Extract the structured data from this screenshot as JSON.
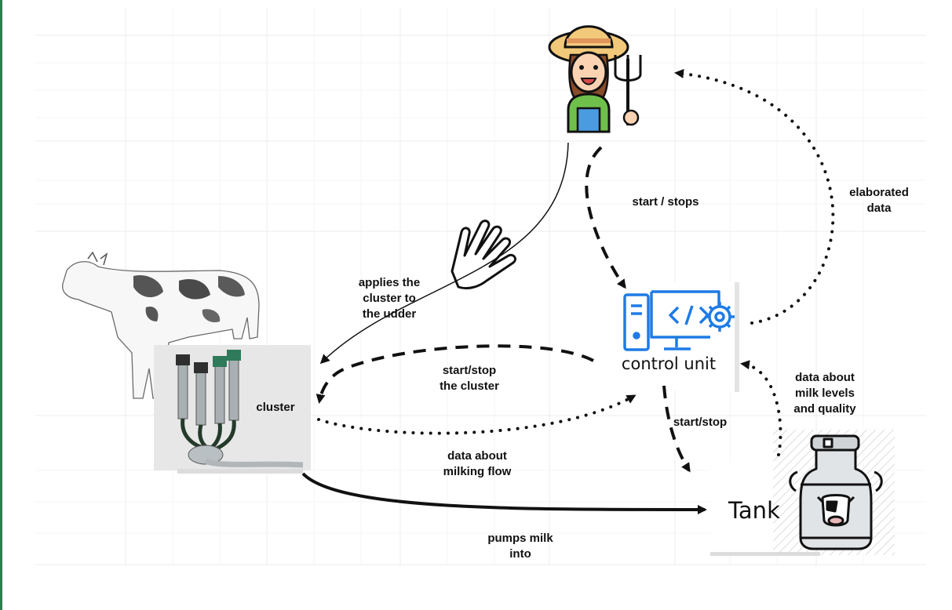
{
  "nodes": {
    "farmer": {
      "icon": "farmer-icon"
    },
    "cow": {
      "icon": "cow-sketch"
    },
    "cluster": {
      "label": "cluster",
      "icon": "milking-cluster"
    },
    "control_unit": {
      "label": "control unit",
      "icon": "computer-code-gear-icon"
    },
    "tank": {
      "label": "Tank",
      "icon": "milk-can-icon"
    },
    "hand": {
      "icon": "hand-icon"
    }
  },
  "edges": {
    "applies": "applies the\ncluster to\nthe udder",
    "start_stops": "start / stops",
    "elaborated": "elaborated\ndata",
    "start_stop_cluster": "start/stop\nthe cluster",
    "data_milking_flow": "data about\nmilking flow",
    "data_milk_levels": "data about\nmilk levels\nand quality",
    "start_stop_tank": "start/stop",
    "pumps": "pumps milk\ninto"
  },
  "colors": {
    "accent_blue": "#1e7be6",
    "border_green": "#2e7d4f",
    "grid": "#ececec",
    "ink": "#111111"
  }
}
